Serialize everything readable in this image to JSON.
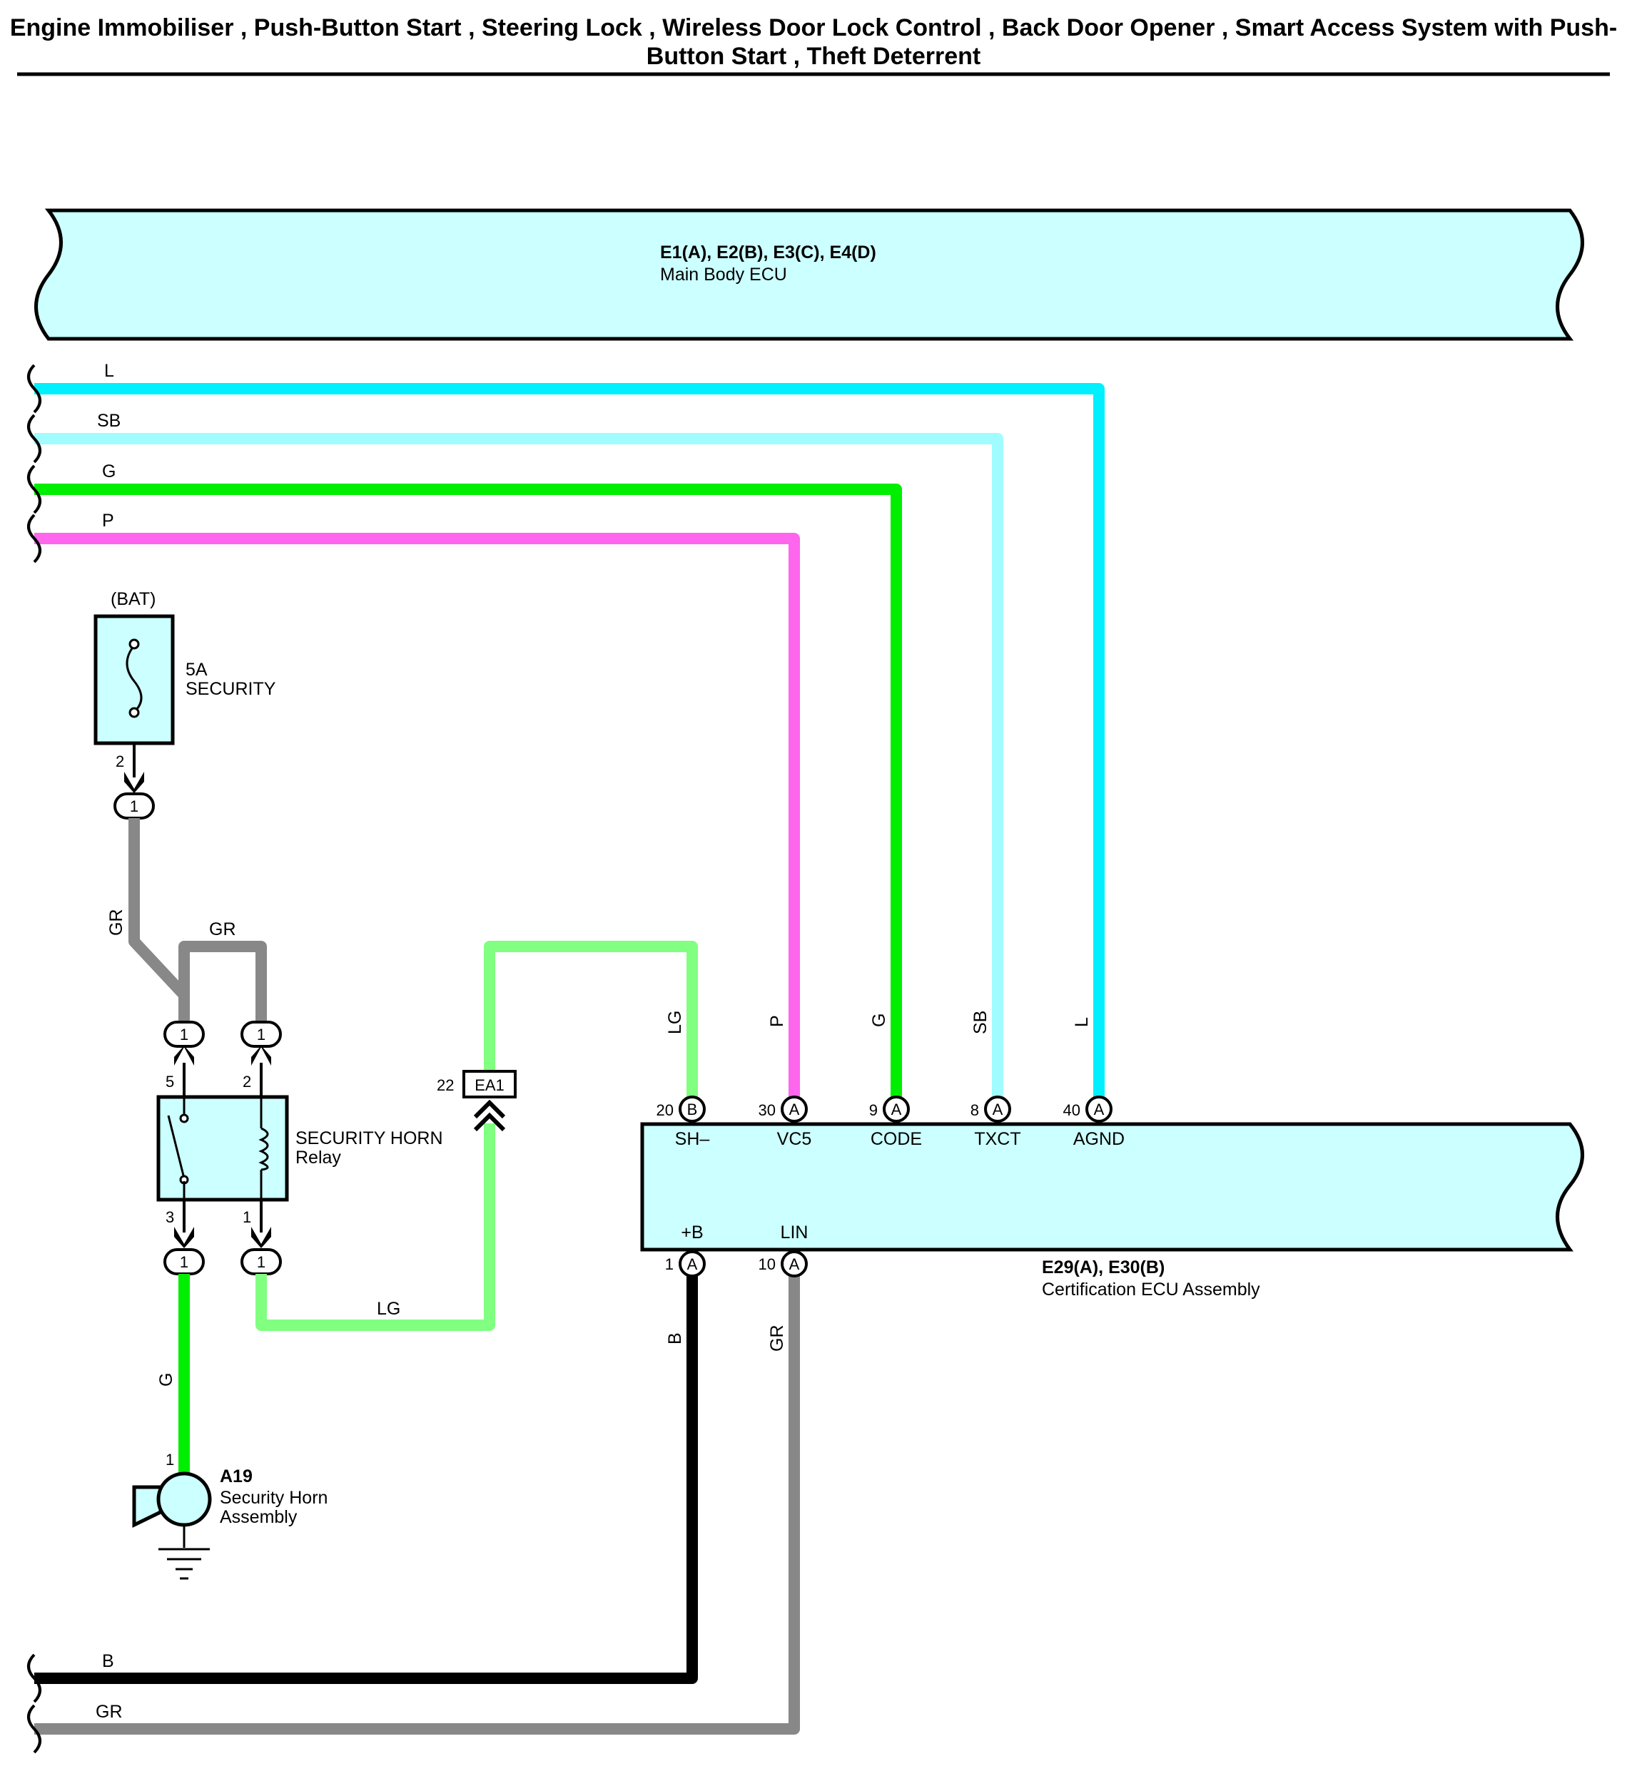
{
  "title": {
    "line1": "Engine Immobiliser , Push-Button Start , Steering Lock , Wireless Door Lock Control , Back Door Opener , Smart Access System with Push-",
    "line2": "Button Start , Theft Deterrent"
  },
  "colors": {
    "L": "#00f0ff",
    "SB": "#a0fcff",
    "G": "#00ee00",
    "P": "#ff66ee",
    "GR": "#888888",
    "LG": "#80ff80",
    "B": "#000000",
    "component_fill": "#ccffff"
  },
  "main_body_ecu": {
    "connectors": "E1(A), E2(B), E3(C), E4(D)",
    "name": "Main Body ECU"
  },
  "upper_wires": [
    "L",
    "SB",
    "G",
    "P"
  ],
  "lower_wires": [
    "B",
    "GR"
  ],
  "fuse": {
    "source": "(BAT)",
    "rating": "5A",
    "name": "SECURITY",
    "pin": "2",
    "connector_pin": "1"
  },
  "relay": {
    "name_line1": "SECURITY HORN",
    "name_line2": "Relay",
    "pins": {
      "p5": "5",
      "p2": "2",
      "p3": "3",
      "p1": "1"
    },
    "connector_pin": "1"
  },
  "junction": {
    "id": "EA1",
    "pin": "22"
  },
  "horn": {
    "id": "A19",
    "name_line1": "Security Horn",
    "name_line2": "Assembly",
    "pin": "1"
  },
  "cert_ecu": {
    "connectors": "E29(A), E30(B)",
    "name": "Certification ECU Assembly",
    "top_pins": [
      {
        "num": "20",
        "conn": "B",
        "signal": "SH–",
        "wire": "LG"
      },
      {
        "num": "30",
        "conn": "A",
        "signal": "VC5",
        "wire": "P"
      },
      {
        "num": "9",
        "conn": "A",
        "signal": "CODE",
        "wire": "G"
      },
      {
        "num": "8",
        "conn": "A",
        "signal": "TXCT",
        "wire": "SB"
      },
      {
        "num": "40",
        "conn": "A",
        "signal": "AGND",
        "wire": "L"
      }
    ],
    "bottom_pins": [
      {
        "num": "1",
        "conn": "A",
        "signal": "+B",
        "wire": "B"
      },
      {
        "num": "10",
        "conn": "A",
        "signal": "LIN",
        "wire": "GR"
      }
    ]
  },
  "wire_labels": {
    "gr_fuse": "GR",
    "gr_bridge": "GR",
    "lg_relay": "LG",
    "g_horn": "G"
  }
}
